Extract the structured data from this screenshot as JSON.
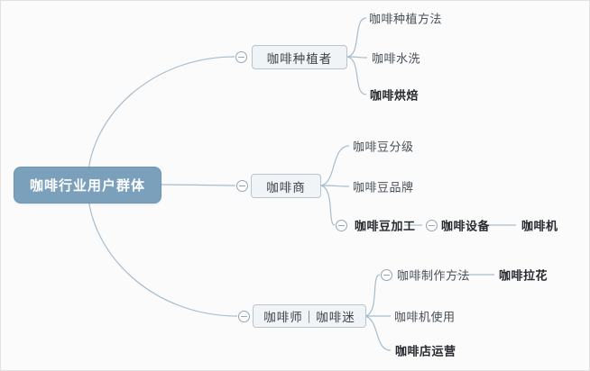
{
  "diagram_type": "mindmap",
  "colors": {
    "background": "#fbfbfc",
    "root_fill": "#7aa0bc",
    "root_border": "#6e95b2",
    "root_text": "#ffffff",
    "branch_fill": "#f1f4f6",
    "branch_border": "#b7c5cf",
    "connector_line": "#a7bccb",
    "leaf_text": "#474e55",
    "leaf_bold_text": "#26292e"
  },
  "tree": {
    "label": "咖啡行业用户群体",
    "children": [
      {
        "label": "咖啡种植者",
        "collapsed": false,
        "children": [
          {
            "label": "咖啡种植方法",
            "emphasis": false
          },
          {
            "label": "咖啡水洗",
            "emphasis": false
          },
          {
            "label": "咖啡烘焙",
            "emphasis": true
          }
        ]
      },
      {
        "label": "咖啡商",
        "collapsed": false,
        "children": [
          {
            "label": "咖啡豆分级",
            "emphasis": false
          },
          {
            "label": "咖啡豆品牌",
            "emphasis": false
          },
          {
            "label": "咖啡豆加工",
            "emphasis": true,
            "collapsed": false,
            "children": [
              {
                "label": "咖啡设备",
                "emphasis": true,
                "collapsed": false,
                "children": [
                  {
                    "label": "咖啡机",
                    "emphasis": true
                  }
                ]
              }
            ]
          }
        ]
      },
      {
        "label": "咖啡师｜咖啡迷",
        "collapsed": false,
        "children": [
          {
            "label": "咖啡制作方法",
            "emphasis": false,
            "collapsed": false,
            "children": [
              {
                "label": "咖啡拉花",
                "emphasis": true
              }
            ]
          },
          {
            "label": "咖啡机使用",
            "emphasis": false
          },
          {
            "label": "咖啡店运营",
            "emphasis": true
          }
        ]
      }
    ]
  }
}
